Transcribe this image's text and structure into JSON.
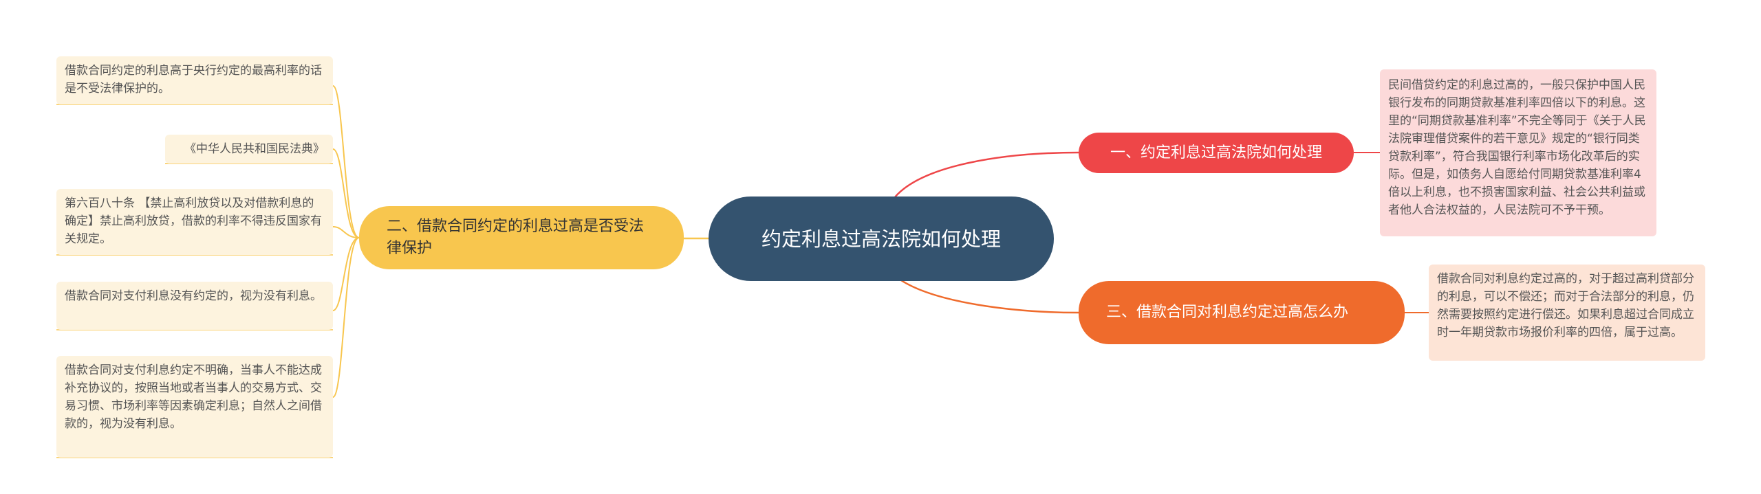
{
  "center": {
    "title": "约定利息过高法院如何处理"
  },
  "colors": {
    "center": "#34536f",
    "branch1": "#ee4648",
    "branch2": "#f8c64e",
    "branch3": "#ef6b2c",
    "line1": "#ee4648",
    "line2": "#f8c64e",
    "line3": "#ef6b2c"
  },
  "branch1": {
    "label": "一、约定利息过高法院如何处理",
    "leaves": [
      "民间借贷约定的利息过高的，一般只保护中国人民银行发布的同期贷款基准利率四倍以下的利息。这里的“同期贷款基准利率”不完全等同于《关于人民法院审理借贷案件的若干意见》规定的“银行同类贷款利率”，符合我国银行利率市场化改革后的实际。但是，如债务人自愿给付同期贷款基准利率4倍以上利息，也不损害国家利益、社会公共利益或者他人合法权益的，人民法院可不予干预。"
    ]
  },
  "branch2": {
    "label": "二、借款合同约定的利息过高是否受法律保护",
    "leaves": [
      "借款合同约定的利息高于央行约定的最高利率的话是不受法律保护的。",
      "《中华人民共和国民法典》",
      "第六百八十条 【禁止高利放贷以及对借款利息的确定】禁止高利放贷，借款的利率不得违反国家有关规定。",
      "借款合同对支付利息没有约定的，视为没有利息。",
      "借款合同对支付利息约定不明确，当事人不能达成补充协议的，按照当地或者当事人的交易方式、交易习惯、市场利率等因素确定利息；自然人之间借款的，视为没有利息。"
    ]
  },
  "branch3": {
    "label": "三、借款合同对利息约定过高怎么办",
    "leaves": [
      "借款合同对利息约定过高的，对于超过高利贷部分的利息，可以不偿还；而对于合法部分的利息，仍然需要按照约定进行偿还。如果利息超过合同成立时一年期贷款市场报价利率的四倍，属于过高。"
    ]
  }
}
